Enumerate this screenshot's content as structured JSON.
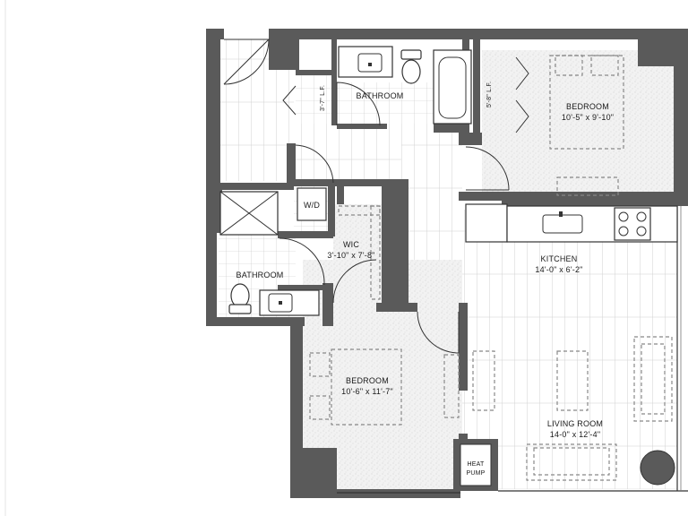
{
  "colors": {
    "wall": "#5a5a5a",
    "carpet": "#f1f1f1",
    "floor": "#ffffff",
    "line": "#333333"
  },
  "rooms": {
    "bathroom_top": {
      "name": "BATHROOM"
    },
    "closet_top": {
      "lf": "3'-7\" L.F."
    },
    "bedroom_top": {
      "name": "BEDROOM",
      "dims": "10'-5\" x 9'-10\"",
      "lf": "5'-8\" L.F."
    },
    "wd": {
      "name": "W/D"
    },
    "wic": {
      "name": "WIC",
      "dims": "3'-10\" x 7'-8\""
    },
    "bathroom_left": {
      "name": "BATHROOM"
    },
    "kitchen": {
      "name": "KITCHEN",
      "dims": "14'-0\" x 6'-2\""
    },
    "bedroom_bottom": {
      "name": "BEDROOM",
      "dims": "10'-6\" x 11'-7\""
    },
    "living": {
      "name": "LIVING ROOM",
      "dims": "14-0\" x 12'-4\""
    },
    "heat_pump": {
      "line1": "HEAT",
      "line2": "PUMP"
    }
  },
  "icons": [
    "toilet-icon",
    "sink-icon",
    "bathtub-icon",
    "shower-icon",
    "stove-icon",
    "door-swing-icon",
    "column-icon"
  ]
}
